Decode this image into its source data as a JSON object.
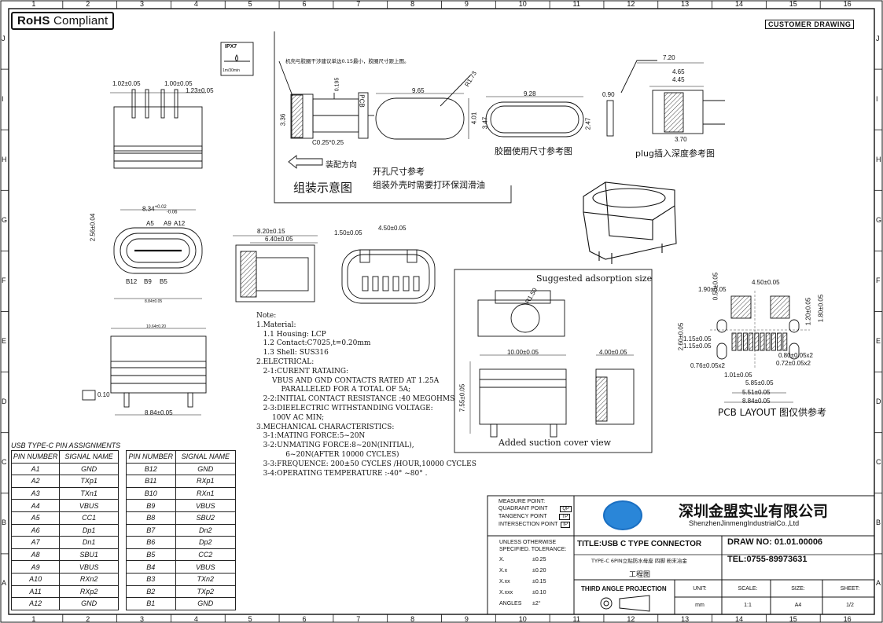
{
  "header": {
    "rohs_bold": "RoHS",
    "rohs_rest": "Compliant",
    "customer_drawing": "CUSTOMER DRAWING"
  },
  "grid": {
    "columns": [
      "1",
      "2",
      "3",
      "4",
      "5",
      "6",
      "7",
      "8",
      "9",
      "10",
      "11",
      "12",
      "13",
      "14",
      "15",
      "16"
    ],
    "rows": [
      "J",
      "I",
      "H",
      "G",
      "F",
      "E",
      "D",
      "C",
      "B",
      "A"
    ]
  },
  "ipx7": {
    "rating": "IPX7",
    "condition": "1m/30min"
  },
  "assembly": {
    "note_top": "机壳与胶圈干涉建议单边0.15最小，胶圈尺寸跟上图。",
    "dims": [
      "0.195",
      "3.36",
      "C0.25*0.25",
      "PCB",
      "9.65",
      "R1.73",
      "4.01",
      "9.28",
      "3.47",
      "2.47",
      "0.90",
      "7.20",
      "4.65",
      "4.45",
      "3.70"
    ],
    "arrow_label": "装配方向",
    "title": "组装示意图",
    "cutout_ref": "开孔尺寸参考",
    "lube_note": "组装外壳时需要打环保润滑油",
    "seal_caption": "胶圈使用尺寸参考图",
    "plug_caption": "plug插入深度参考图"
  },
  "views": {
    "top_dims": [
      "1.02±0.05",
      "1.00±0.05",
      "1.23±0.05"
    ],
    "front_dims": [
      "8.34",
      "+0.02",
      "-0.06",
      "2.56±0.04"
    ],
    "front_pins_top": [
      "A5",
      "A9",
      "A12"
    ],
    "front_pins_bottom": [
      "B12",
      "B9",
      "B5"
    ],
    "front_bottom_dim": "8.84±0.05",
    "side_dims": [
      "8.20±0.15",
      "6.40±0.05"
    ],
    "pinview_dims": [
      "1.50±0.05",
      "4.50±0.05"
    ],
    "bottom_flatness": "0.10",
    "bottom_width": "8.84±0.05",
    "bottom_top_dim": "10.64±0.20"
  },
  "suction": {
    "suggested": "Suggested adsorption size",
    "radius": "R1.50",
    "dims": [
      "10.00±0.05",
      "4.00±0.05",
      "7.55±0.05"
    ],
    "caption": "Added suction cover view"
  },
  "pcb": {
    "dims": [
      "1.90±0.05",
      "4.50±0.05",
      "0.50±0.05",
      "1.20±0.05",
      "1.80±0.05",
      "2.60±0.05",
      "1.15±0.05",
      "1.15±0.05",
      "0.80±0.05x2",
      "0.72±0.05x2",
      "0.76±0.05x2",
      "1.01±0.05",
      "5.85±0.05",
      "5.51±0.05",
      "8.84±0.05"
    ],
    "caption": "PCB LAYOUT 图仅供参考"
  },
  "notes": [
    "Note:",
    "1.Material:",
    "   1.1 Housing: LCP",
    "   1.2 Contact:C7025,t=0.20mm",
    "   1.3 Shell: SUS316",
    "2.ELECTRICAL:",
    "   2-1:CURENT RATAING:",
    "       VBUS AND GND CONTACTS RATED AT 1.25A",
    "           PARALLELED FOR A TOTAL OF 5A;",
    "   2-2:INITIAL CONTACT RESISTANCE :40 MEGOHMS",
    "   2-3:DIEELECTRIC WITHSTANDING VOLTAGE:",
    "       100V AC MIN;",
    "3.MECHANICAL CHARACTERISTICS:",
    "   3-1:MATING FORCE:5~20N",
    "   3-2:UNMATING FORCE:8~20N(INITIAL),",
    "             6~20N(AFTER 10000 CYCLES)",
    "   3-3:FREQUENCE: 200±50 CYCLES /HOUR,10000 CYCLES",
    "   3-4:OPERATING TEMPERATURE :-40° ~80° ."
  ],
  "pin_table": {
    "title": "USB TYPE-C PIN ASSIGNMENTS",
    "headers": [
      "PIN NUMBER",
      "SIGNAL NAME",
      "PIN NUMBER",
      "SIGNAL NAME"
    ],
    "rows": [
      [
        "A1",
        "GND",
        "B12",
        "GND"
      ],
      [
        "A2",
        "TXp1",
        "B11",
        "RXp1"
      ],
      [
        "A3",
        "TXn1",
        "B10",
        "RXn1"
      ],
      [
        "A4",
        "VBUS",
        "B9",
        "VBUS"
      ],
      [
        "A5",
        "CC1",
        "B8",
        "SBU2"
      ],
      [
        "A6",
        "Dp1",
        "B7",
        "Dn2"
      ],
      [
        "A7",
        "Dn1",
        "B6",
        "Dp2"
      ],
      [
        "A8",
        "SBU1",
        "B5",
        "CC2"
      ],
      [
        "A9",
        "VBUS",
        "B4",
        "VBUS"
      ],
      [
        "A10",
        "RXn2",
        "B3",
        "TXn2"
      ],
      [
        "A11",
        "RXp2",
        "B2",
        "TXp2"
      ],
      [
        "A12",
        "GND",
        "B1",
        "GND"
      ]
    ]
  },
  "title_block": {
    "measure": [
      "MEASURE POINT:",
      "QUADRANT POINT",
      "TANGENCY POINT",
      "INTERSECTION POINT"
    ],
    "measure_codes": [
      "QP",
      "TP",
      "IP"
    ],
    "company_cn": "深圳金盟实业有限公司",
    "company_en": "ShenzhenJinmengIndustrialCo.,Ltd",
    "tolerance_head": [
      "UNLESS OTHERWISE",
      "SPECIFIED. TOLERANCE:"
    ],
    "tolerances": [
      [
        "X.",
        "±0.25"
      ],
      [
        "X.x",
        "±0.20"
      ],
      [
        "X.xx",
        "±0.15"
      ],
      [
        "X.xxx",
        "±0.10"
      ],
      [
        "ANGLES",
        "±2°"
      ]
    ],
    "title": "TITLE:USB C TYPE CONNECTOR",
    "subtitle": "TYPE-C 6PIN立贴防水母座 四脚 粉末冶金",
    "drawing_type": "工程图",
    "projection": "THIRD ANGLE PROJECTION",
    "draw_no": "DRAW NO: 01.01.00006",
    "tel": "TEL:0755-89973631",
    "fields": [
      {
        "label": "UNIT:",
        "value": "mm"
      },
      {
        "label": "SCALE:",
        "value": "1:1"
      },
      {
        "label": "SIZE:",
        "value": "A4"
      },
      {
        "label": "SHEET:",
        "value": "1/2"
      }
    ]
  }
}
